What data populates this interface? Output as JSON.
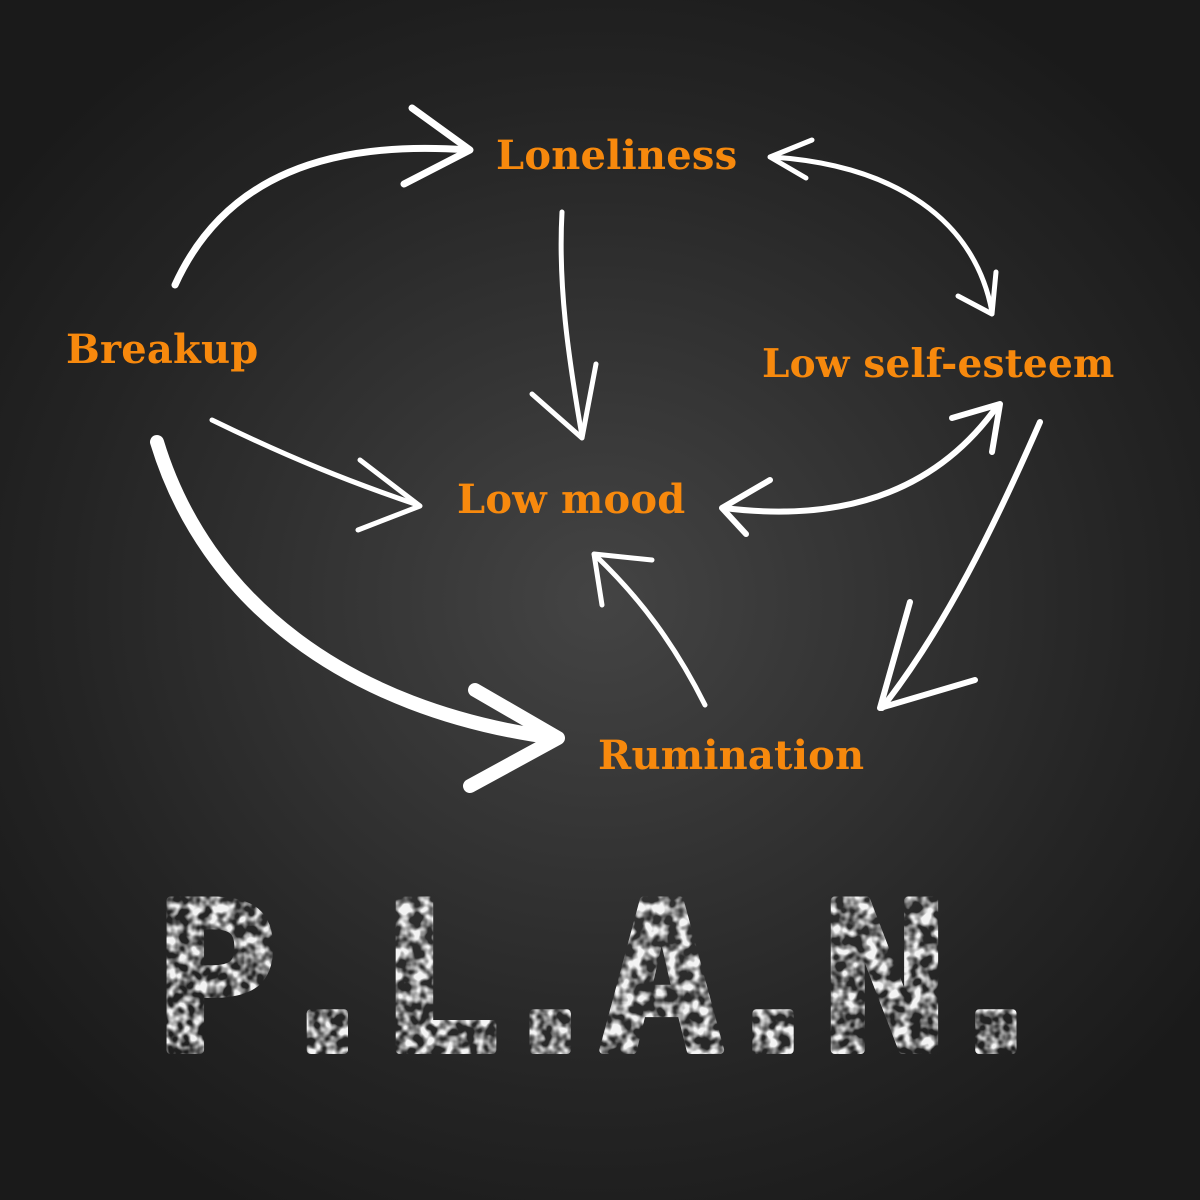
{
  "theme": {
    "label_color": "#f7890d",
    "arrow_color": "#ffffff",
    "title_color": "#f4f4f4"
  },
  "nodes": {
    "loneliness": "Loneliness",
    "breakup": "Breakup",
    "low_self_esteem": "Low self-esteem",
    "low_mood": "Low mood",
    "rumination": "Rumination"
  },
  "edges": [
    {
      "from": "breakup",
      "to": "loneliness"
    },
    {
      "from": "loneliness",
      "to": "low_self_esteem",
      "bidirectional": true
    },
    {
      "from": "loneliness",
      "to": "low_mood"
    },
    {
      "from": "breakup",
      "to": "low_mood"
    },
    {
      "from": "low_self_esteem",
      "to": "low_mood",
      "bidirectional": true
    },
    {
      "from": "breakup",
      "to": "rumination"
    },
    {
      "from": "low_self_esteem",
      "to": "rumination"
    },
    {
      "from": "rumination",
      "to": "low_mood"
    }
  ],
  "title": "P.L.A.N."
}
